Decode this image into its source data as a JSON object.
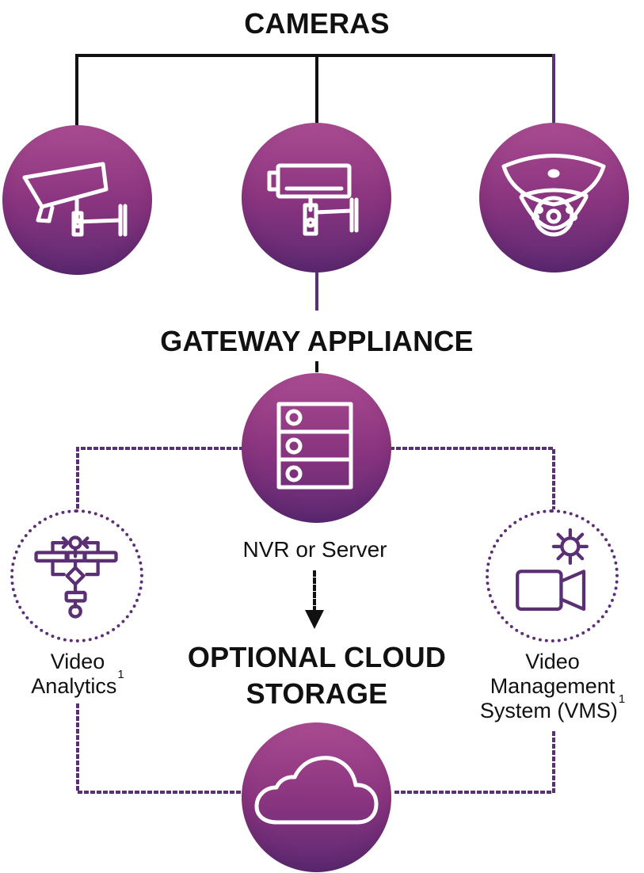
{
  "diagram": {
    "cameras_title": "CAMERAS",
    "gateway_title": "GATEWAY APPLIANCE",
    "server_label": "NVR or Server",
    "cloud_title_line_1": "OPTIONAL CLOUD",
    "cloud_title_line_2": "STORAGE",
    "analytics_label_line_1": "Video",
    "analytics_label_line_2": "Analytics",
    "analytics_superscript": "1",
    "vms_label_line_1": "Video",
    "vms_label_line_2": "Management",
    "vms_label_line_3": "System (VMS)",
    "vms_superscript": "1"
  },
  "icons": {
    "camera_1": "bullet-camera-icon",
    "camera_2": "box-camera-icon",
    "camera_3": "dome-camera-icon",
    "server": "server-icon",
    "analytics": "flowchart-icon",
    "vms": "video-settings-icon",
    "cloud": "cloud-icon"
  },
  "colors": {
    "brand_purple": "#8a347f",
    "deep_purple": "#5a2f74",
    "connector_black": "#111111",
    "icon_white": "#ffffff"
  }
}
